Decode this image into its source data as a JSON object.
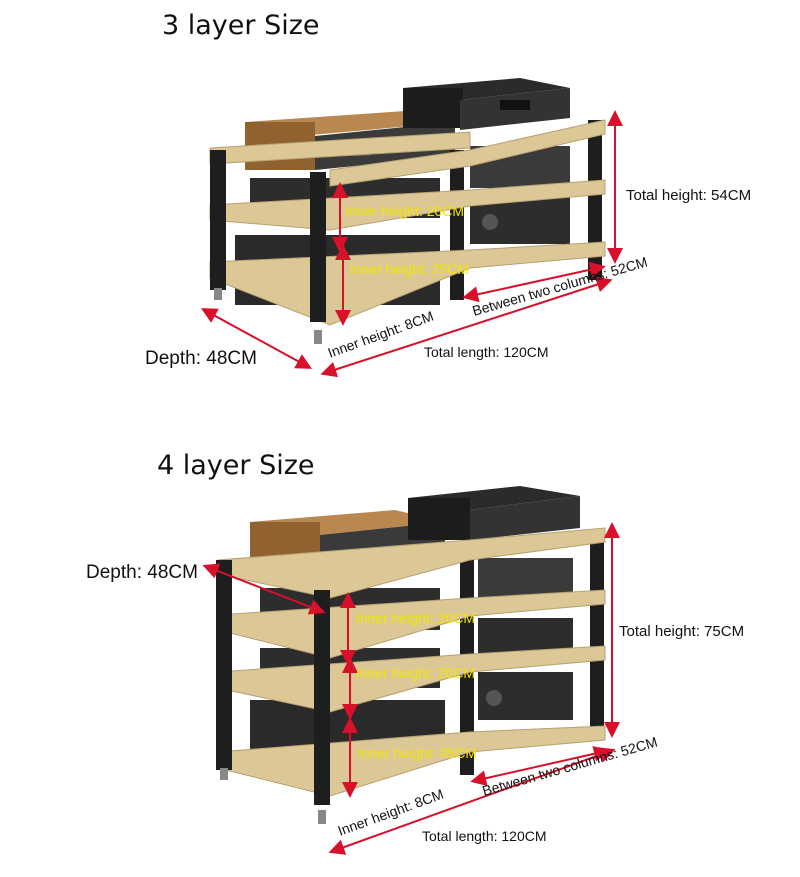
{
  "three_layer": {
    "title": "3 layer Size",
    "total_height": "Total height: 54CM",
    "inner_height_top": "Inner height: 20CM",
    "inner_height_mid": "Inner height: 25CM",
    "between_columns": "Between two columns: 52CM",
    "inner_height_bottom": "Inner height: 8CM",
    "depth": "Depth: 48CM",
    "total_length": "Total length: 120CM"
  },
  "four_layer": {
    "title": "4 layer Size",
    "depth": "Depth: 48CM",
    "total_height": "Total height: 75CM",
    "inner_height_1": "Inner height: 20CM",
    "inner_height_2": "Inner height: 20CM",
    "inner_height_3": "Inner height: 25CM",
    "between_columns": "Between two columns: 52CM",
    "inner_height_bottom": "Inner height: 8CM",
    "total_length": "Total length: 120CM"
  },
  "colors": {
    "shelf_wood": "#dcc796",
    "post_black": "#1e1e1e",
    "dimension_red": "#d8102a",
    "label_yellow": "#f2e600",
    "equipment_dark": "#2d2d2d",
    "wood_case": "#a0703a"
  }
}
